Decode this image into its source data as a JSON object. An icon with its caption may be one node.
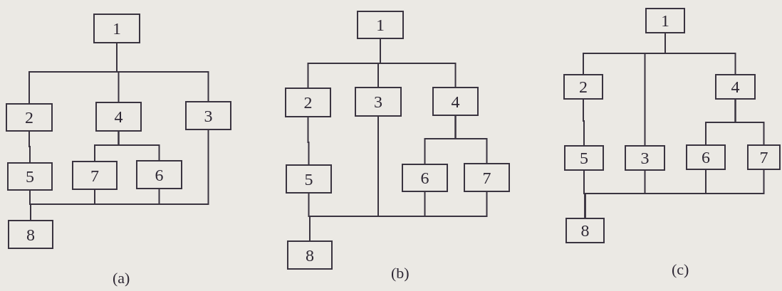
{
  "diagram": {
    "nodes": [
      {
        "text": [
          "1"
        ]
      },
      {
        "text": [
          "2"
        ]
      },
      {
        "text": [
          "4"
        ]
      },
      {
        "text": [
          "3"
        ]
      },
      {
        "text": [
          "5"
        ]
      },
      {
        "text": [
          "7"
        ]
      },
      {
        "text": [
          "6"
        ]
      },
      {
        "text": [
          "8"
        ]
      },
      {
        "text": [
          "1"
        ]
      },
      {
        "text": [
          "2"
        ]
      },
      {
        "text": [
          "3"
        ]
      },
      {
        "text": [
          "4"
        ]
      },
      {
        "text": [
          "5"
        ]
      },
      {
        "text": [
          "6"
        ]
      },
      {
        "text": [
          "7"
        ]
      },
      {
        "text": [
          "8"
        ]
      },
      {
        "text": [
          "1"
        ]
      },
      {
        "text": [
          "2"
        ]
      },
      {
        "text": [
          "4"
        ]
      },
      {
        "text": [
          "5"
        ]
      },
      {
        "text": [
          "3"
        ]
      },
      {
        "text": [
          "6"
        ]
      },
      {
        "text": [
          "7"
        ]
      },
      {
        "text": [
          "8"
        ]
      }
    ],
    "edges": [
      {
        "from": 0,
        "to": 1,
        "arrow": "none"
      },
      {
        "from": 0,
        "to": 2,
        "arrow": "none"
      },
      {
        "from": 0,
        "to": 3,
        "arrow": "none"
      },
      {
        "from": 1,
        "to": 4,
        "arrow": "none"
      },
      {
        "from": 2,
        "to": 5,
        "arrow": "none"
      },
      {
        "from": 2,
        "to": 6,
        "arrow": "none"
      },
      {
        "from": 4,
        "to": 7,
        "arrow": "none"
      },
      {
        "from": 5,
        "to": 7,
        "arrow": "none"
      },
      {
        "from": 6,
        "to": 7,
        "arrow": "none"
      },
      {
        "from": 3,
        "to": 7,
        "arrow": "none"
      },
      {
        "from": 8,
        "to": 9,
        "arrow": "none"
      },
      {
        "from": 8,
        "to": 10,
        "arrow": "none"
      },
      {
        "from": 8,
        "to": 11,
        "arrow": "none"
      },
      {
        "from": 9,
        "to": 12,
        "arrow": "none"
      },
      {
        "from": 11,
        "to": 13,
        "arrow": "none"
      },
      {
        "from": 11,
        "to": 14,
        "arrow": "none"
      },
      {
        "from": 12,
        "to": 15,
        "arrow": "none"
      },
      {
        "from": 10,
        "to": 15,
        "arrow": "none"
      },
      {
        "from": 13,
        "to": 15,
        "arrow": "none"
      },
      {
        "from": 14,
        "to": 15,
        "arrow": "none"
      },
      {
        "from": 16,
        "to": 17,
        "arrow": "none"
      },
      {
        "from": 16,
        "to": 20,
        "arrow": "none"
      },
      {
        "from": 16,
        "to": 18,
        "arrow": "none"
      },
      {
        "from": 17,
        "to": 19,
        "arrow": "none"
      },
      {
        "from": 18,
        "to": 21,
        "arrow": "none"
      },
      {
        "from": 18,
        "to": 22,
        "arrow": "none"
      },
      {
        "from": 19,
        "to": 23,
        "arrow": "none"
      },
      {
        "from": 20,
        "to": 23,
        "arrow": "none"
      },
      {
        "from": 21,
        "to": 23,
        "arrow": "none"
      },
      {
        "from": 22,
        "to": 23,
        "arrow": "none"
      }
    ],
    "labels": [
      "(a)",
      "(b)",
      "(c)"
    ]
  }
}
